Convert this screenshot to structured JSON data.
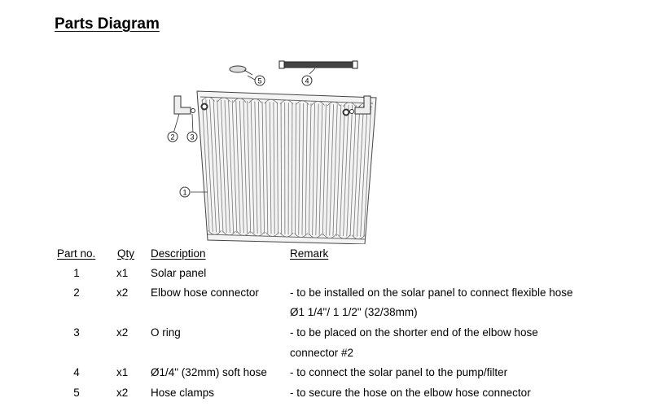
{
  "title": "Parts Diagram",
  "callouts": [
    "1",
    "2",
    "3",
    "4",
    "5"
  ],
  "table": {
    "headers": {
      "part_no": "Part no.",
      "qty": "Qty",
      "description": "Description",
      "remark": "Remark"
    },
    "rows": [
      {
        "part_no": "1",
        "qty": "x1",
        "description": "Solar panel",
        "remark": []
      },
      {
        "part_no": "2",
        "qty": "x2",
        "description": "Elbow hose connector",
        "remark": [
          "- to be installed on the solar panel to connect flexible hose",
          "Ø1 1/4\"/ 1 1/2\" (32/38mm)"
        ]
      },
      {
        "part_no": "3",
        "qty": "x2",
        "description": "O ring",
        "remark": [
          "- to be placed on the shorter end of the elbow hose",
          "connector #2"
        ]
      },
      {
        "part_no": "4",
        "qty": "x1",
        "description": "Ø1/4\" (32mm) soft hose",
        "remark": [
          "- to connect the solar panel to the pump/filter"
        ]
      },
      {
        "part_no": "5",
        "qty": "x2",
        "description": "Hose clamps",
        "remark": [
          "- to secure the hose on the elbow hose connector"
        ]
      }
    ]
  }
}
